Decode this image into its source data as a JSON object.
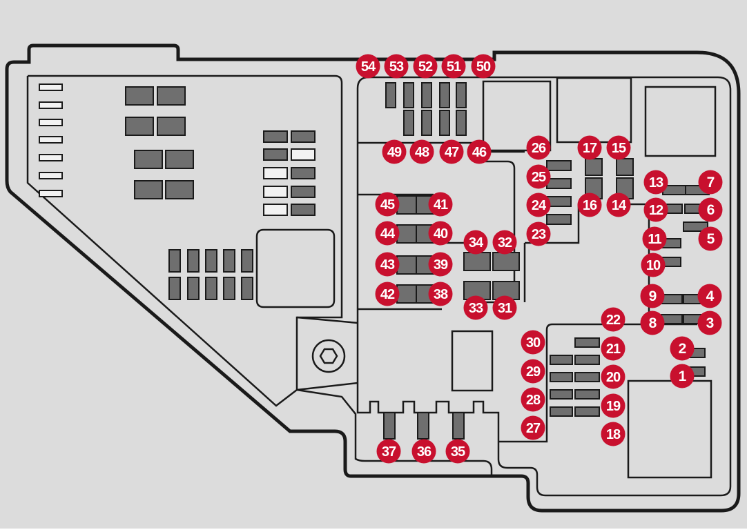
{
  "diagram": {
    "colors": {
      "background": "#dcdcdc",
      "outline": "#1a1a1a",
      "fuse": "#6f6f6f",
      "label_circle": "#c8102e",
      "label_text": "#ffffff"
    },
    "fuse_labels": [
      "1",
      "2",
      "3",
      "4",
      "5",
      "6",
      "7",
      "8",
      "9",
      "10",
      "11",
      "12",
      "13",
      "14",
      "15",
      "16",
      "17",
      "18",
      "19",
      "20",
      "21",
      "22",
      "23",
      "24",
      "25",
      "26",
      "27",
      "28",
      "29",
      "30",
      "31",
      "32",
      "33",
      "34",
      "35",
      "36",
      "37",
      "38",
      "39",
      "40",
      "41",
      "42",
      "43",
      "44",
      "45",
      "46",
      "47",
      "48",
      "49",
      "50",
      "51",
      "52",
      "53",
      "54"
    ]
  }
}
